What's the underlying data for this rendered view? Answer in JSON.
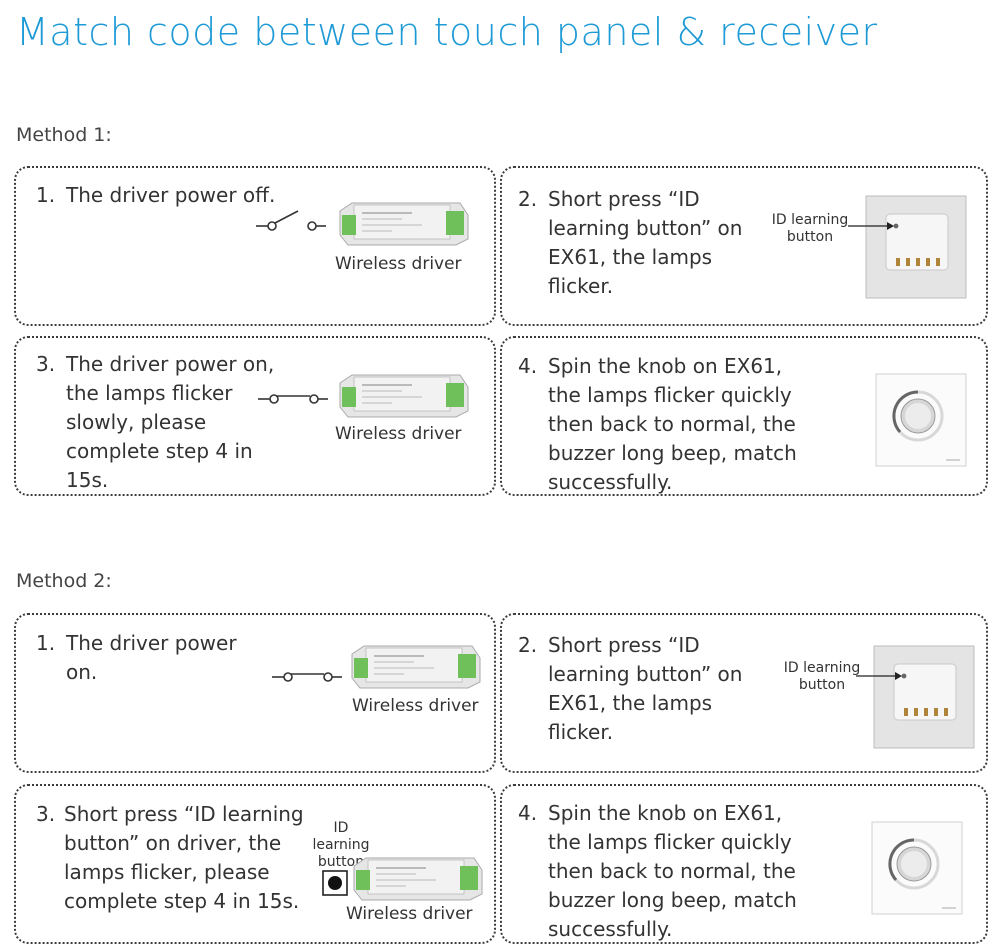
{
  "title": "Match code between touch panel & receiver",
  "method1": {
    "label": "Method 1:",
    "steps": [
      {
        "num": "1.",
        "text": "The driver power off.",
        "caption": "Wireless driver"
      },
      {
        "num": "2.",
        "lines": [
          "Short press “ID",
          "learning button” on",
          "EX61, the lamps",
          "flicker."
        ],
        "callout": [
          "ID learning",
          "button"
        ]
      },
      {
        "num": "3.",
        "lines": [
          "The driver power on,",
          "the lamps flicker",
          "slowly, please",
          "complete step 4 in",
          "15s."
        ],
        "caption": "Wireless driver"
      },
      {
        "num": "4.",
        "lines": [
          "Spin the knob on EX61,",
          "the lamps flicker quickly",
          "then back to normal, the",
          "buzzer long beep, match",
          "successfully."
        ]
      }
    ]
  },
  "method2": {
    "label": "Method 2:",
    "steps": [
      {
        "num": "1.",
        "lines": [
          "The driver power",
          "on."
        ],
        "caption": "Wireless driver"
      },
      {
        "num": "2.",
        "lines": [
          "Short press “ID",
          "learning button” on",
          "EX61, the lamps",
          "flicker."
        ],
        "callout": [
          "ID learning",
          "button"
        ]
      },
      {
        "num": "3.",
        "lines": [
          "Short press “ID learning",
          "button” on driver, the",
          "lamps flicker, please",
          "complete step 4 in 15s."
        ],
        "callout": [
          "ID",
          "learning",
          "button"
        ],
        "caption": "Wireless driver"
      },
      {
        "num": "4.",
        "lines": [
          "Spin the knob on EX61,",
          "the lamps flicker quickly",
          "then back to normal, the",
          "buzzer long beep, match",
          "successfully."
        ]
      }
    ]
  },
  "colors": {
    "title": "#1e9ad6",
    "text": "#333333",
    "border": "#3c3c3c"
  }
}
